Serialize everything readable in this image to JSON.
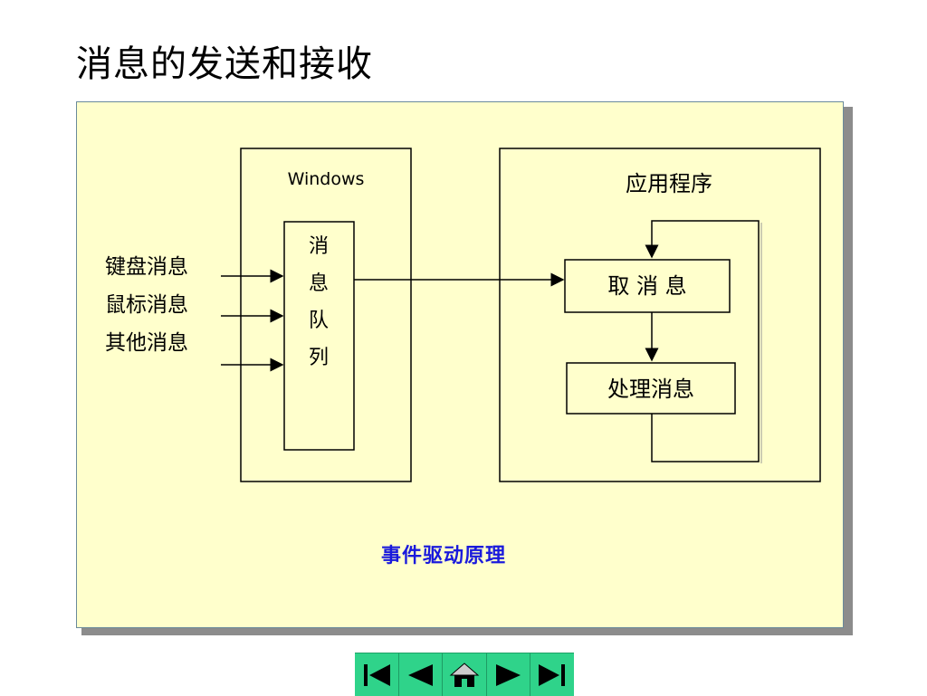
{
  "title": "消息的发送和接收",
  "diagram": {
    "windows_label": "Windows",
    "queue_chars": [
      "消",
      "息",
      "队",
      "列"
    ],
    "app_label": "应用程序",
    "get_message": "取 消 息",
    "process_message": "处理消息",
    "inputs": [
      "键盘消息",
      "鼠标消息",
      "其他消息"
    ]
  },
  "caption": "事件驱动原理",
  "nav": {
    "buttons": [
      "first-icon",
      "previous-icon",
      "home-icon",
      "next-icon",
      "last-icon"
    ],
    "color": "#2fd38a"
  }
}
